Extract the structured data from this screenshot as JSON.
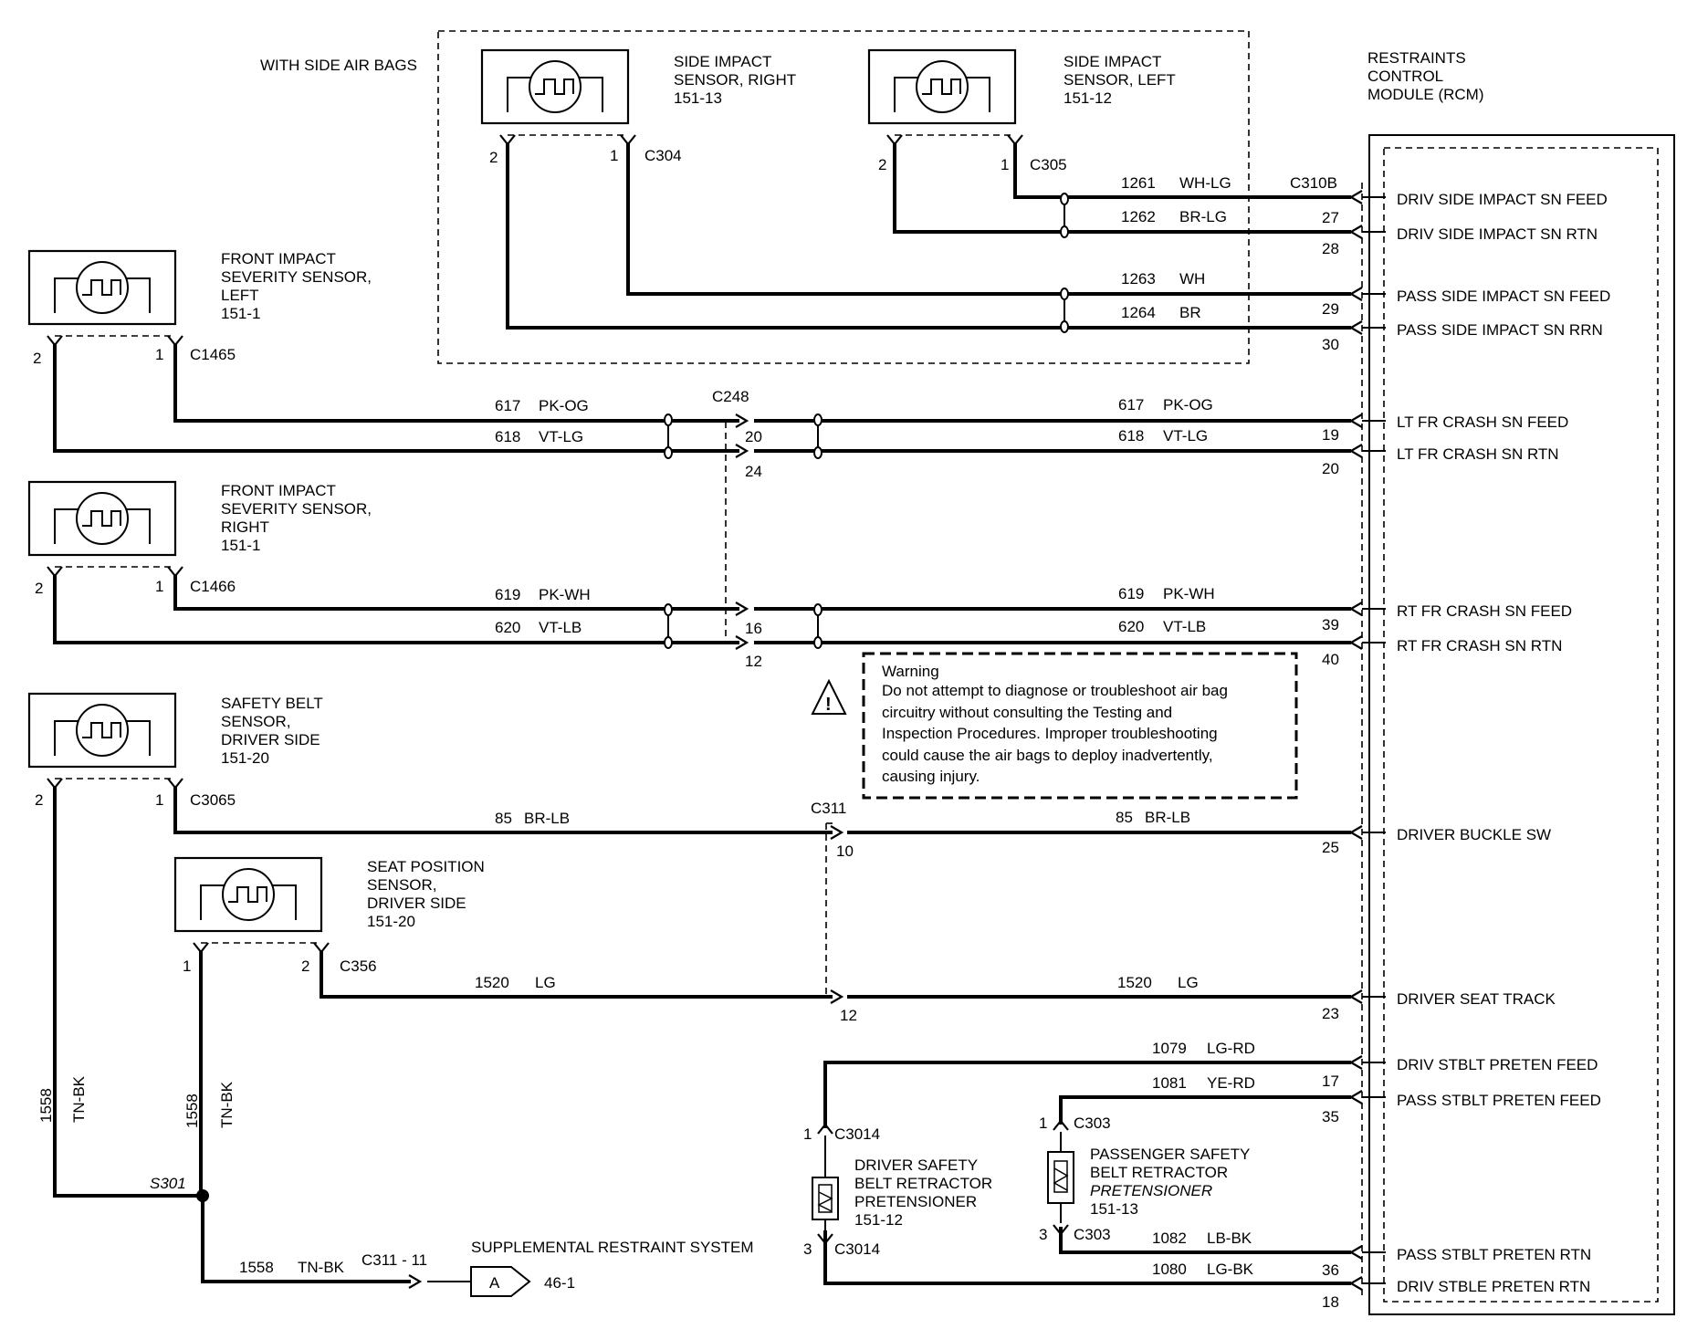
{
  "header": {
    "with_side_air_bags": "WITH SIDE AIR BAGS"
  },
  "rcm": {
    "title_lines": [
      "RESTRAINTS",
      "CONTROL",
      "MODULE (RCM)"
    ],
    "pins": [
      "DRIV SIDE IMPACT SN FEED",
      "DRIV SIDE IMPACT SN RTN",
      "PASS SIDE IMPACT SN FEED",
      "PASS SIDE IMPACT SN RRN",
      "LT FR CRASH SN FEED",
      "LT FR CRASH SN RTN",
      "RT FR CRASH SN FEED",
      "RT FR CRASH SN RTN",
      "DRIVER BUCKLE SW",
      "DRIVER SEAT TRACK",
      "DRIV STBLT PRETEN FEED",
      "PASS STBLT PRETEN FEED",
      "PASS STBLT PRETEN RTN",
      "DRIV STBLE PRETEN RTN"
    ],
    "pin_numbers": [
      "27",
      "28",
      "29",
      "30",
      "19",
      "20",
      "39",
      "40",
      "25",
      "23",
      "17",
      "35",
      "36",
      "18"
    ],
    "connector": "C310B"
  },
  "sensors": {
    "side_right": {
      "lines": [
        "SIDE IMPACT",
        "SENSOR, RIGHT",
        "151-13"
      ],
      "connector": "C304"
    },
    "side_left": {
      "lines": [
        "SIDE IMPACT",
        "SENSOR, LEFT",
        "151-12"
      ],
      "connector": "C305"
    },
    "front_left": {
      "lines": [
        "FRONT IMPACT",
        "SEVERITY SENSOR,",
        "LEFT",
        "151-1"
      ],
      "connector": "C1465"
    },
    "front_right": {
      "lines": [
        "FRONT IMPACT",
        "SEVERITY SENSOR,",
        "RIGHT",
        "151-1"
      ],
      "connector": "C1466"
    },
    "belt_driver": {
      "lines": [
        "SAFETY BELT",
        "SENSOR,",
        "DRIVER SIDE",
        "151-20"
      ],
      "connector": "C3065"
    },
    "seat_driver": {
      "lines": [
        "SEAT POSITION",
        "SENSOR,",
        "DRIVER SIDE",
        "151-20"
      ],
      "connector": "C356"
    }
  },
  "pin_labels": [
    "1",
    "2",
    "3"
  ],
  "circuits": {
    "c1261": {
      "num": "1261",
      "color": "WH-LG"
    },
    "c1262": {
      "num": "1262",
      "color": "BR-LG"
    },
    "c1263": {
      "num": "1263",
      "color": "WH"
    },
    "c1264": {
      "num": "1264",
      "color": "BR"
    },
    "c617": {
      "num": "617",
      "color": "PK-OG"
    },
    "c618": {
      "num": "618",
      "color": "VT-LG"
    },
    "c619": {
      "num": "619",
      "color": "PK-WH"
    },
    "c620": {
      "num": "620",
      "color": "VT-LB"
    },
    "c85": {
      "num": "85",
      "color": "BR-LB"
    },
    "c1520": {
      "num": "1520",
      "color": "LG"
    },
    "c1079": {
      "num": "1079",
      "color": "LG-RD"
    },
    "c1081": {
      "num": "1081",
      "color": "YE-RD"
    },
    "c1082": {
      "num": "1082",
      "color": "LB-BK"
    },
    "c1080": {
      "num": "1080",
      "color": "LG-BK"
    },
    "c1558": {
      "num": "1558",
      "color": "TN-BK"
    }
  },
  "connectors": {
    "c248": {
      "name": "C248",
      "pins": [
        "20",
        "24",
        "16",
        "12"
      ]
    },
    "c311": {
      "name": "C311",
      "pins": [
        "10",
        "12"
      ]
    },
    "c3014": "C3014",
    "c303": "C303",
    "s301": "S301",
    "c311_11": "C311 - 11"
  },
  "pretensioners": {
    "driver": [
      "DRIVER SAFETY",
      "BELT RETRACTOR",
      "PRETENSIONER",
      "151-12"
    ],
    "passenger": [
      "PASSENGER SAFETY",
      "BELT RETRACTOR",
      "PRETENSIONER",
      "151-13"
    ]
  },
  "srs": {
    "label": "SUPPLEMENTAL RESTRAINT SYSTEM",
    "ref_letter": "A",
    "ref_page": "46-1"
  },
  "warning": {
    "title": "Warning",
    "lines": [
      "Do not attempt to diagnose or troubleshoot air bag",
      "circuitry without consulting the Testing and",
      "Inspection Procedures.  Improper troubleshooting",
      "could cause the air bags to deploy inadvertently,",
      "causing injury."
    ],
    "symbol": "!"
  }
}
